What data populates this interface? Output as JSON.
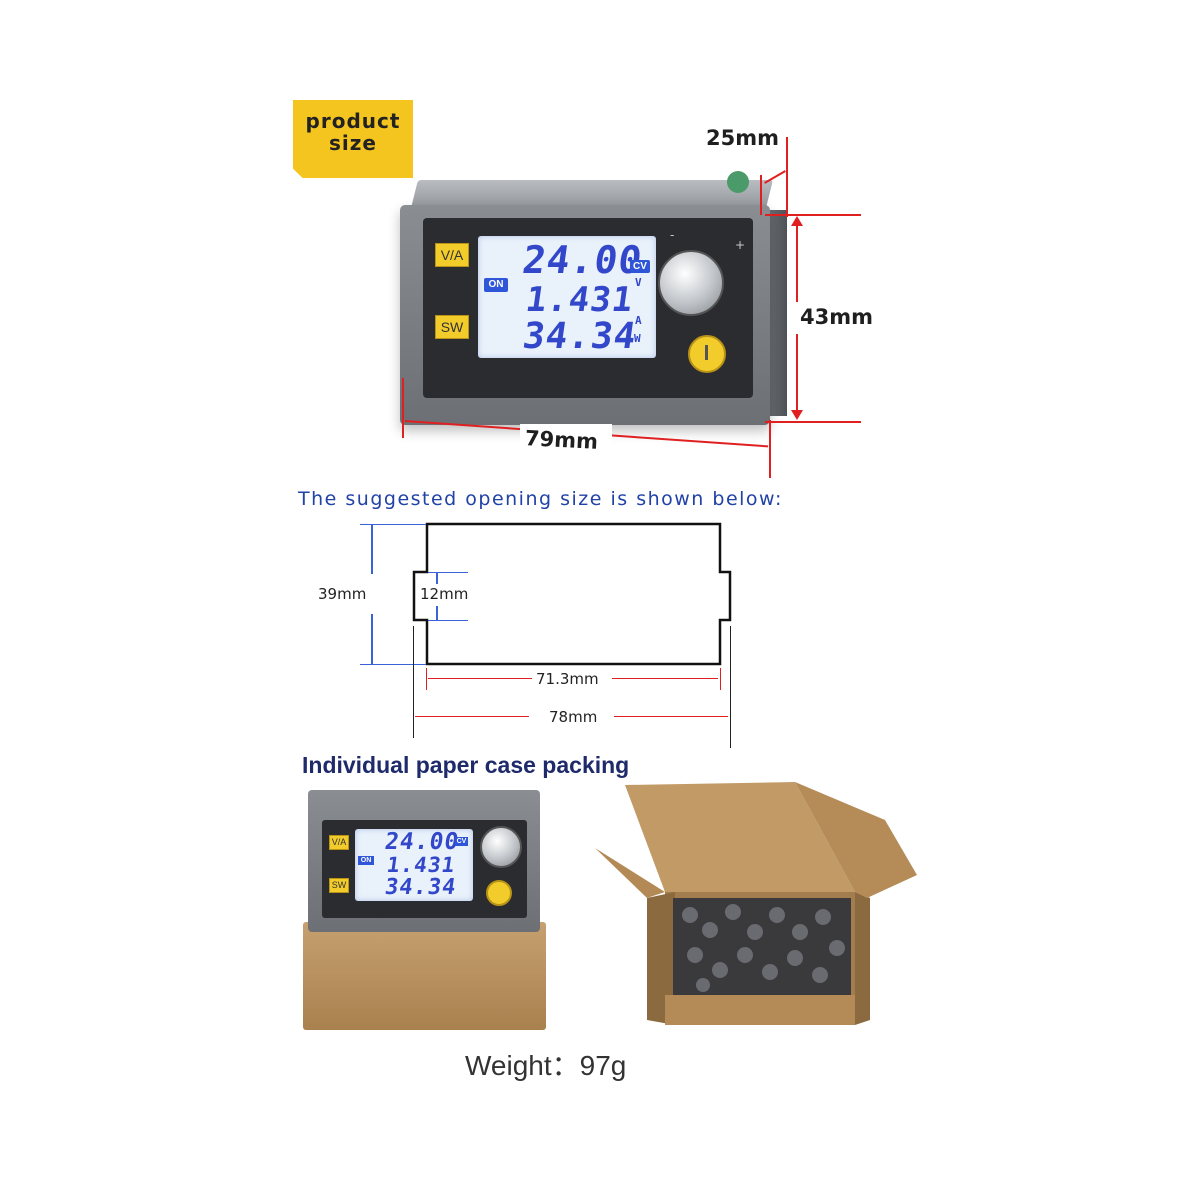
{
  "badge": {
    "line1": "product",
    "line2": "size"
  },
  "device": {
    "btn_va": "V/A",
    "btn_sw": "SW",
    "on_label": "ON",
    "cv_label": "CV",
    "voltage": "24.00",
    "current": "1.431",
    "power": "34.34",
    "unit_v": "V",
    "unit_a": "A",
    "unit_w": "W",
    "knob_minus": "-",
    "knob_plus": "+"
  },
  "dimensions": {
    "depth": "25mm",
    "height": "43mm",
    "width": "79mm"
  },
  "opening": {
    "title": "The suggested opening size is shown below:",
    "height": "39mm",
    "notch": "12mm",
    "inner_width": "71.3mm",
    "outer_width": "78mm"
  },
  "packing": {
    "title": "Individual paper case packing"
  },
  "weight": "Weight：97g",
  "colors": {
    "badge": "#f4c51f",
    "dim_line": "#e02020",
    "subtitle": "#2142a6",
    "lcd_text": "#3247c9",
    "pack_title": "#1f2a6b"
  }
}
